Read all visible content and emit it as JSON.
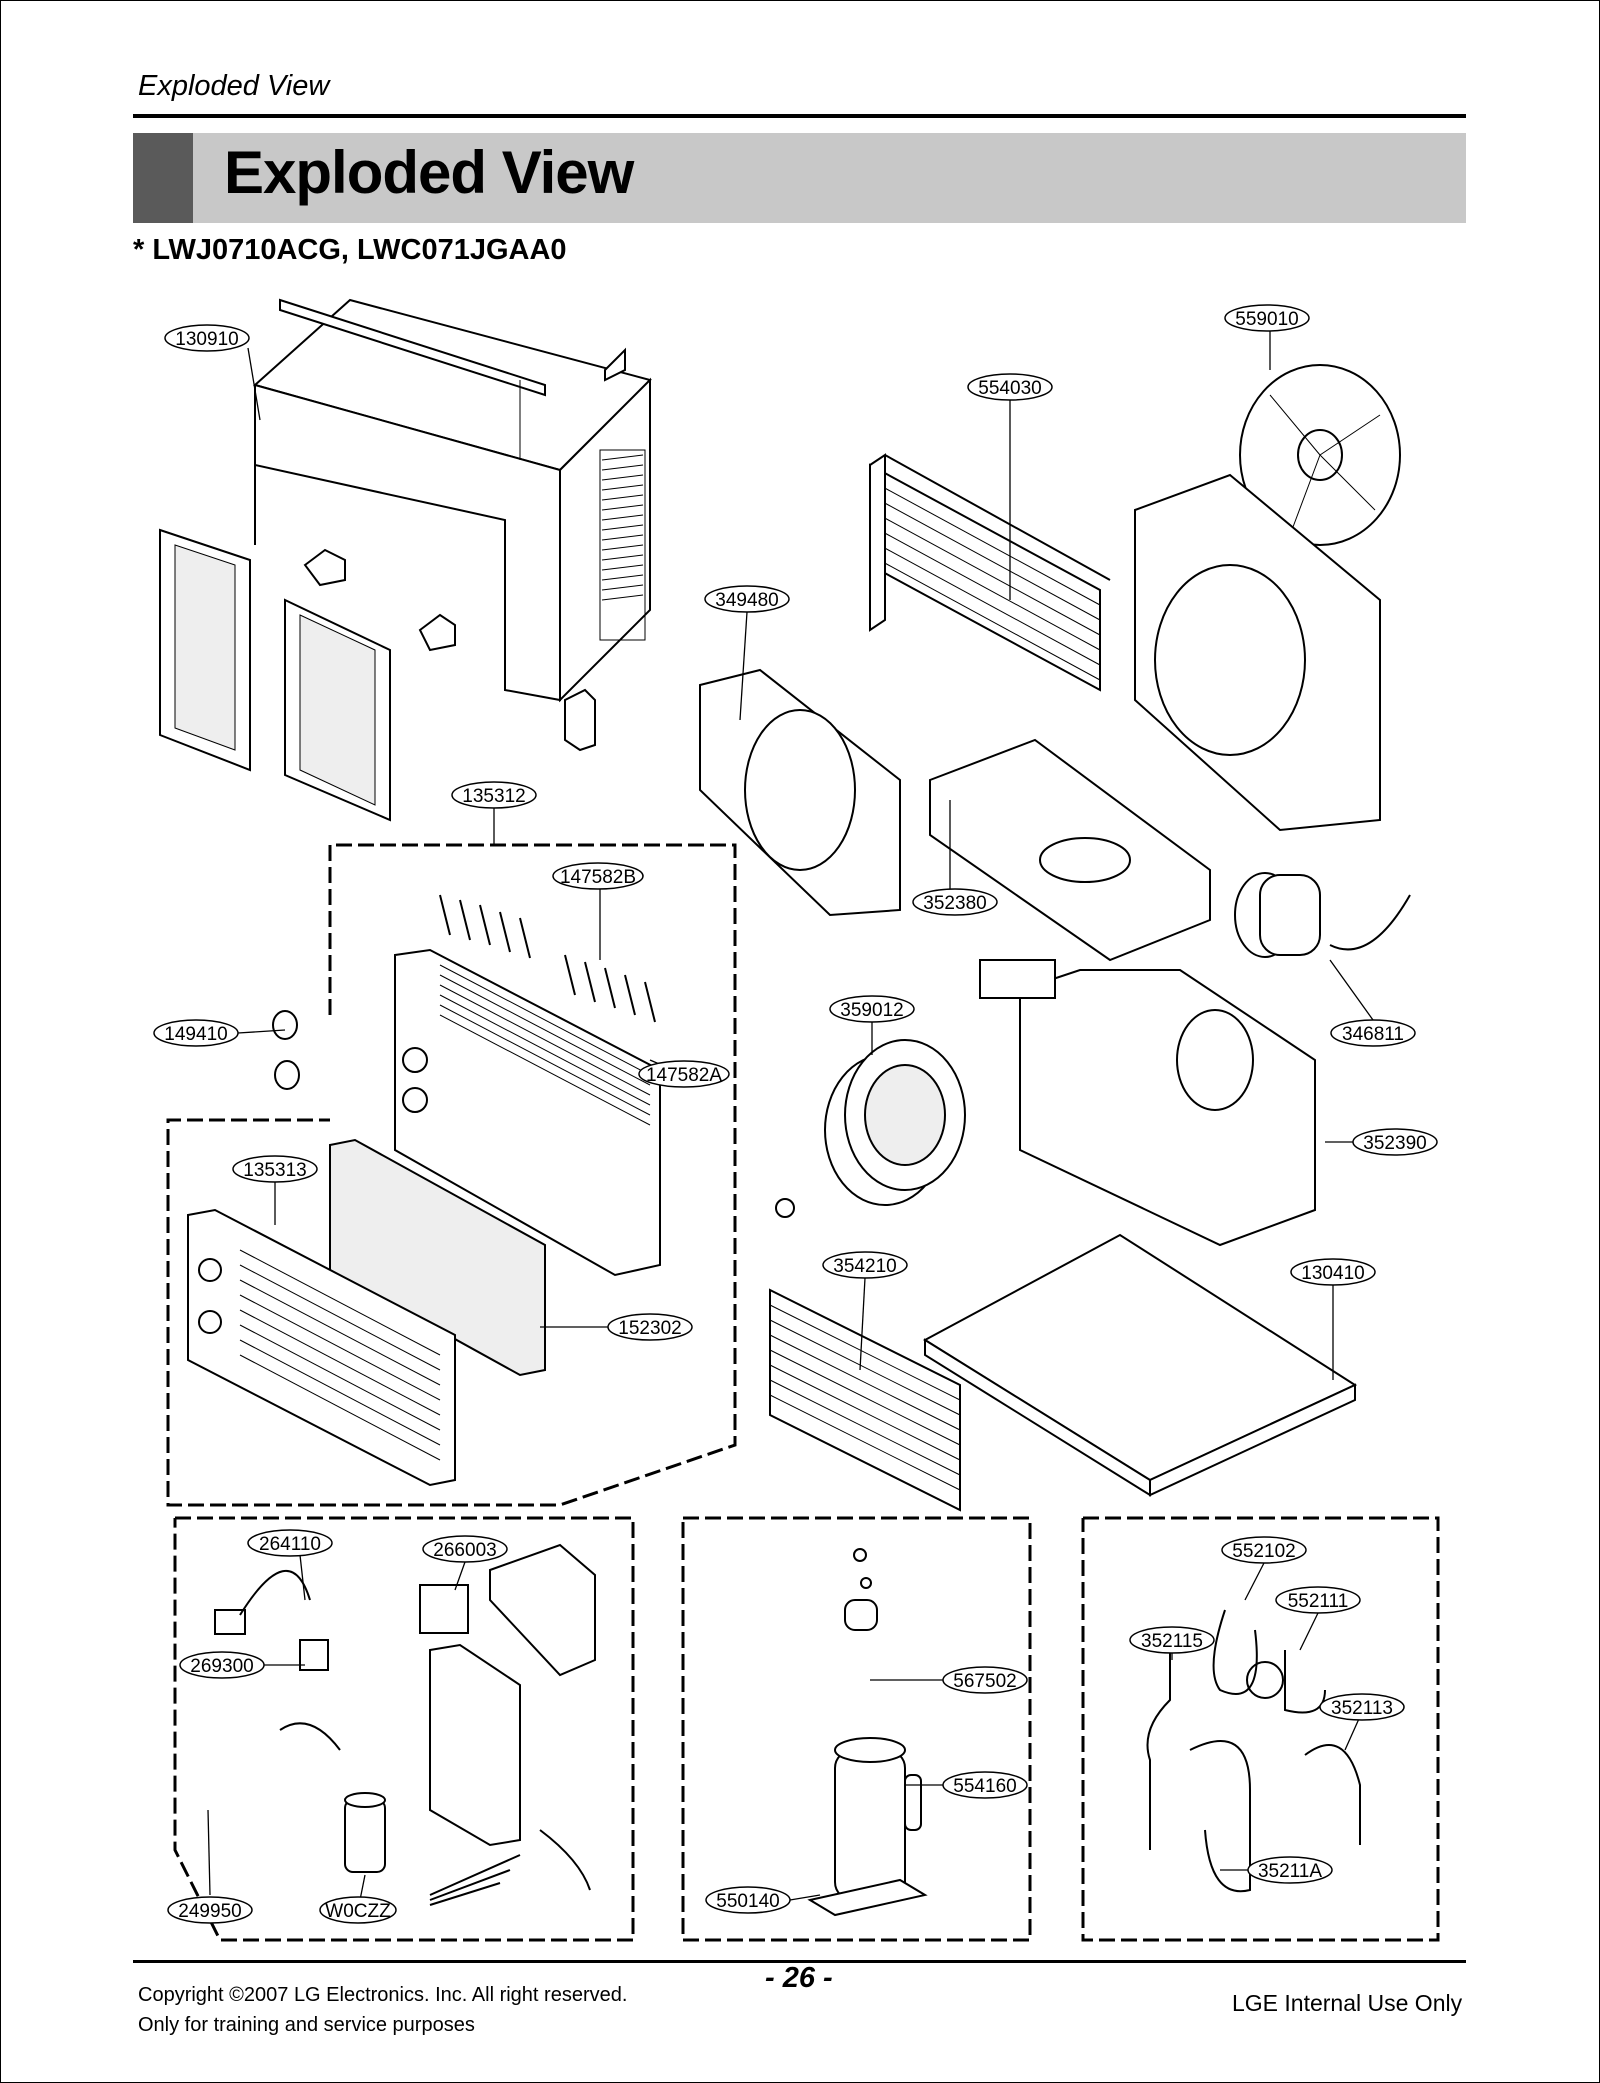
{
  "header": {
    "running_title": "Exploded View",
    "title": "Exploded View",
    "models": "* LWJ0710ACG, LWC071JGAA0"
  },
  "callouts": [
    {
      "id": "c-130910",
      "label": "130910"
    },
    {
      "id": "c-559010",
      "label": "559010"
    },
    {
      "id": "c-554030",
      "label": "554030"
    },
    {
      "id": "c-349480",
      "label": "349480"
    },
    {
      "id": "c-135312",
      "label": "135312"
    },
    {
      "id": "c-147582B",
      "label": "147582B"
    },
    {
      "id": "c-352380",
      "label": "352380"
    },
    {
      "id": "c-149410",
      "label": "149410"
    },
    {
      "id": "c-359012",
      "label": "359012"
    },
    {
      "id": "c-346811",
      "label": "346811"
    },
    {
      "id": "c-147582A",
      "label": "147582A"
    },
    {
      "id": "c-352390",
      "label": "352390"
    },
    {
      "id": "c-135313",
      "label": "135313"
    },
    {
      "id": "c-354210",
      "label": "354210"
    },
    {
      "id": "c-130410",
      "label": "130410"
    },
    {
      "id": "c-152302",
      "label": "152302"
    },
    {
      "id": "c-264110",
      "label": "264110"
    },
    {
      "id": "c-266003",
      "label": "266003"
    },
    {
      "id": "c-269300",
      "label": "269300"
    },
    {
      "id": "c-249950",
      "label": "249950"
    },
    {
      "id": "c-W0CZZ",
      "label": "W0CZZ"
    },
    {
      "id": "c-567502",
      "label": "567502"
    },
    {
      "id": "c-554160",
      "label": "554160"
    },
    {
      "id": "c-550140",
      "label": "550140"
    },
    {
      "id": "c-552102",
      "label": "552102"
    },
    {
      "id": "c-552111",
      "label": "552111"
    },
    {
      "id": "c-352115",
      "label": "352115"
    },
    {
      "id": "c-352113",
      "label": "352113"
    },
    {
      "id": "c-35211A",
      "label": "35211A"
    }
  ],
  "footer": {
    "copyright_line1": "Copyright ©2007 LG Electronics. Inc. All right reserved.",
    "copyright_line2": "Only for training and service purposes",
    "page_number": "- 26 -",
    "internal_use": "LGE Internal Use Only"
  }
}
